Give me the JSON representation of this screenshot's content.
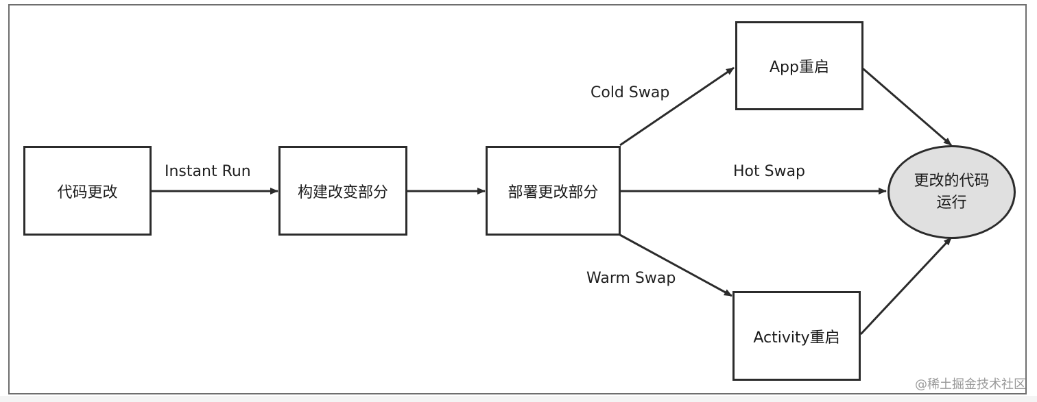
{
  "nodes": {
    "code_change": "代码更改",
    "build_changes": "构建改变部分",
    "deploy_changes": "部署更改部分",
    "app_restart": "App重启",
    "activity_restart": "Activity重启",
    "run_changed_code_line1": "更改的代码",
    "run_changed_code_line2": "运行"
  },
  "edges": {
    "instant_run": "Instant Run",
    "cold_swap": "Cold Swap",
    "hot_swap": "Hot Swap",
    "warm_swap": "Warm Swap"
  },
  "watermark": "@稀土掘金技术社区",
  "colors": {
    "stroke": "#2b2b2b",
    "ellipse_fill": "#e0e0e0",
    "frame": "#6e6e6e",
    "watermark": "#9a9a9a"
  }
}
